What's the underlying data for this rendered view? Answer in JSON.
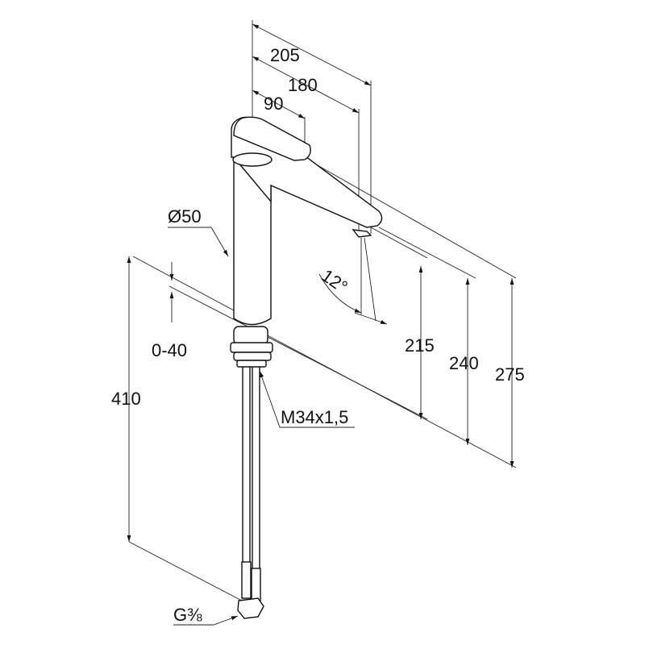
{
  "drawing": {
    "dimensions": {
      "spout_reach_total": "205",
      "spout_reach": "180",
      "lever_length": "90",
      "diameter": "Ø50",
      "spout_angle": "12°",
      "height_0_40": "0-40",
      "height_215": "215",
      "height_240": "240",
      "height_275": "275",
      "total_length_410": "410",
      "thread": "M34x1,5",
      "connection": "G⅜"
    },
    "line_color": "#111111"
  }
}
